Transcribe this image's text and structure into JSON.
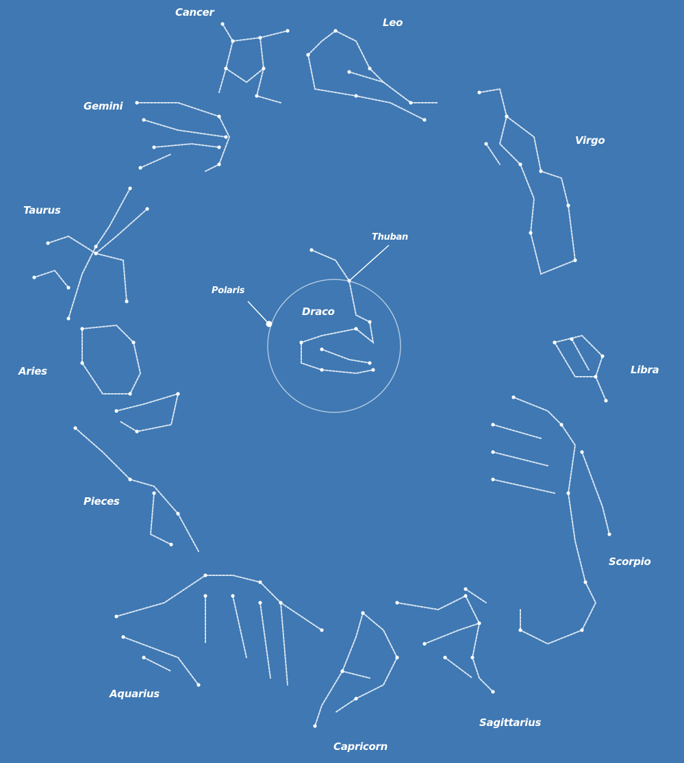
{
  "colors": {
    "background": "#3f78b2",
    "lines": "#e8f0fa"
  },
  "labels": {
    "cancer": "Cancer",
    "leo": "Leo",
    "virgo": "Virgo",
    "gemini": "Gemini",
    "taurus": "Taurus",
    "thuban": "Thuban",
    "polaris": "Polaris",
    "draco": "Draco",
    "libra": "Libra",
    "aries": "Aries",
    "pieces": "Pieces",
    "scorpio": "Scorpio",
    "aquarius": "Aquarius",
    "sagittarius": "Sagittarius",
    "capricorn": "Capricorn"
  }
}
